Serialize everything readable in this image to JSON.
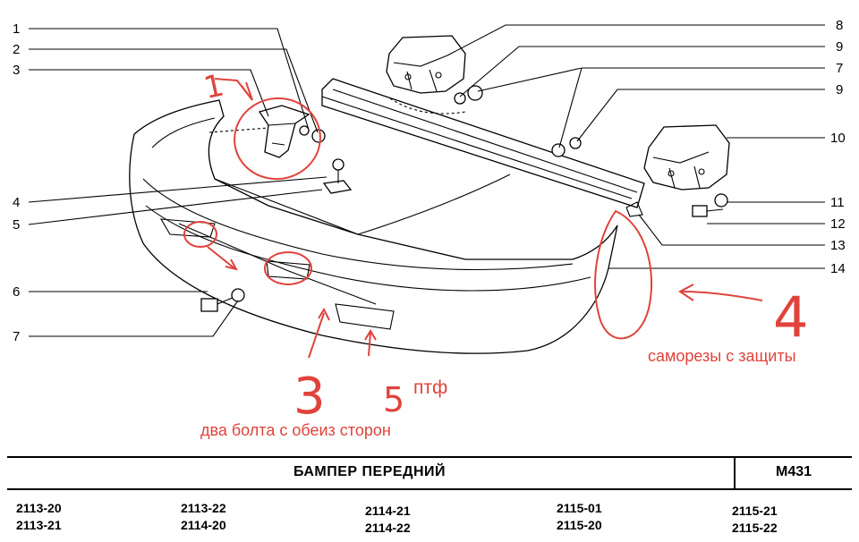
{
  "callouts": [
    "1",
    "2",
    "3",
    "4",
    "5",
    "6",
    "7",
    "8",
    "9",
    "7",
    "9",
    "10",
    "11",
    "12",
    "13",
    "14"
  ],
  "annotations": {
    "marks": [
      "1",
      "3",
      "5",
      "4"
    ],
    "ptf": "птф",
    "two_bolts": "два болта с обеиз сторон",
    "self_tapping": "саморезы с защиты"
  },
  "title_block": {
    "title": "БАМПЕР    ПЕРЕДНИЙ",
    "catalog_code": "М431"
  },
  "models": [
    [
      "2113-20",
      "2113-21"
    ],
    [
      "2113-22",
      "2114-20"
    ],
    [
      "2114-21",
      "2114-22"
    ],
    [
      "2115-01",
      "2115-20"
    ],
    [
      "2115-21",
      "2115-22"
    ]
  ],
  "colors": {
    "annotation": "#e0433b",
    "line": "#000000"
  }
}
